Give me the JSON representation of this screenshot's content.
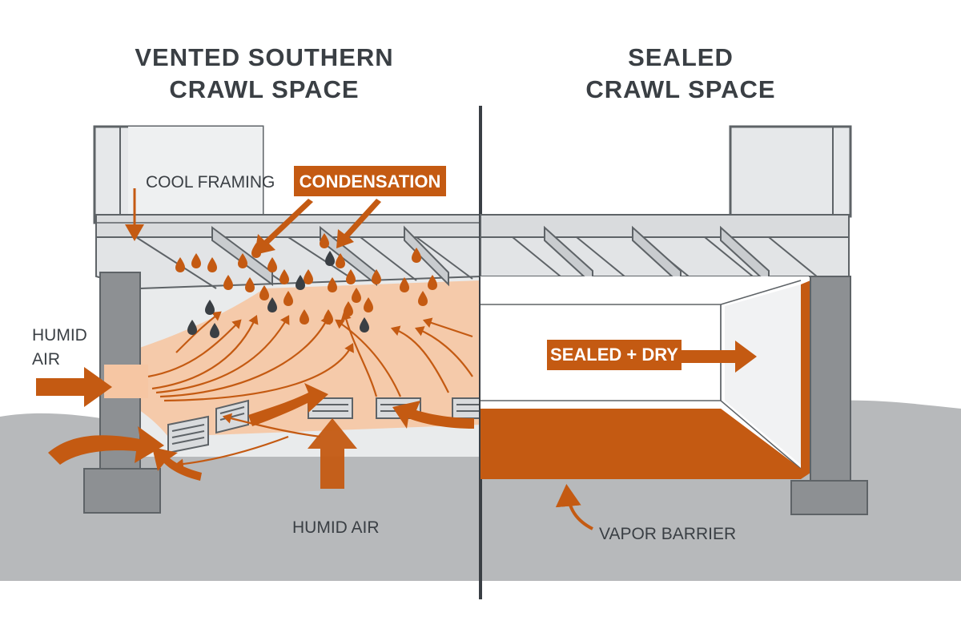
{
  "titles": {
    "left_line1": "VENTED SOUTHERN",
    "left_line2": "CRAWL SPACE",
    "right_line1": "SEALED",
    "right_line2": "CRAWL SPACE"
  },
  "labels": {
    "cool_framing": "COOL FRAMING",
    "condensation": "CONDENSATION",
    "humid_air_side_line1": "HUMID",
    "humid_air_side_line2": "AIR",
    "humid_air_bottom": "HUMID AIR",
    "sealed_dry": "SEALED + DRY",
    "vapor_barrier": "VAPOR BARRIER"
  },
  "colors": {
    "accent_orange": "#c45a12",
    "humid_air_fill": "#f6c6a3",
    "text": "#3a3f44",
    "ground": "#b7b9bb",
    "concrete": "#8d9093",
    "framing": "#e2e4e6",
    "divider": "#3a3f44"
  },
  "icons": [
    "water-droplet-icon",
    "flow-arrow-icon",
    "vent-grille-icon",
    "vapor-barrier-liner"
  ]
}
